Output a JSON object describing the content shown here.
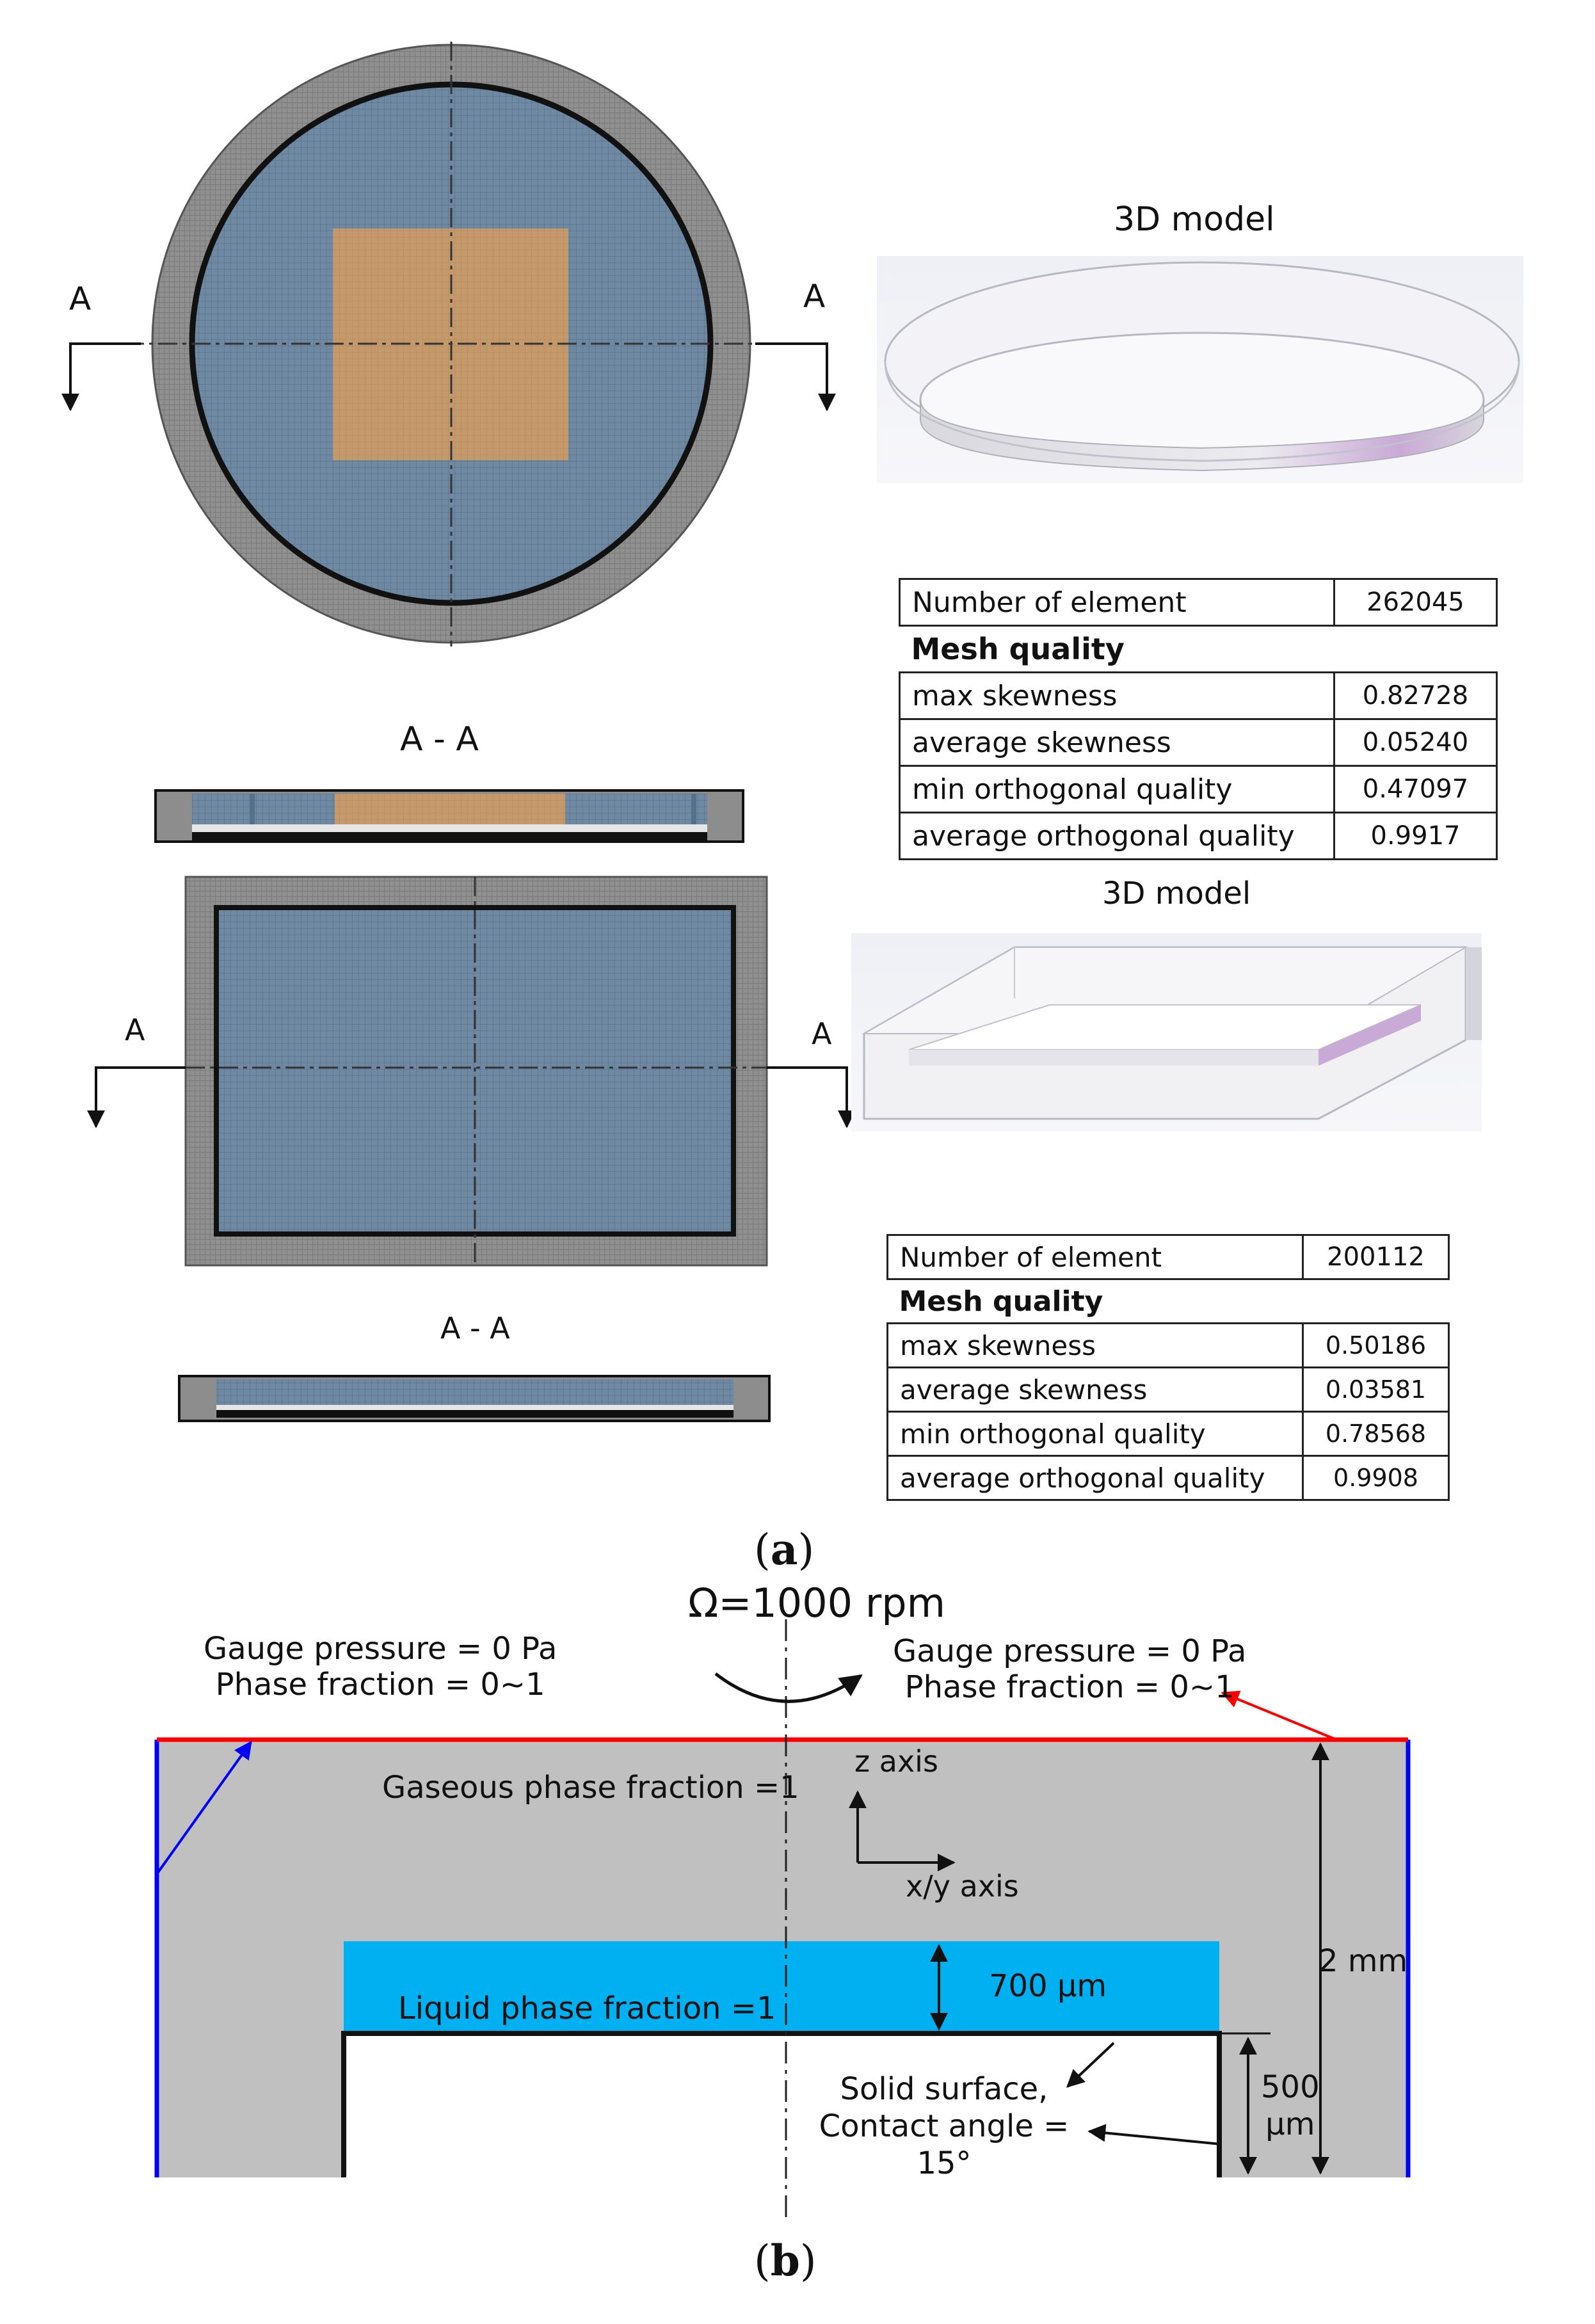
{
  "part_a": {
    "label_open": "(",
    "label_letter": "a",
    "label_close": ")",
    "circle": {
      "section_left": "A",
      "section_right": "A",
      "section_view_title": "A - A",
      "model_title": "3D model",
      "table": {
        "count_label": "Number of element",
        "count_value": "262045",
        "quality_header": "Mesh quality",
        "rows": [
          {
            "label": "max skewness",
            "value": "0.82728"
          },
          {
            "label": "average skewness",
            "value": "0.05240"
          },
          {
            "label": "min orthogonal quality",
            "value": "0.47097"
          },
          {
            "label": "average orthogonal quality",
            "value": "0.9917"
          }
        ]
      }
    },
    "rect": {
      "section_left": "A",
      "section_right": "A",
      "section_view_title": "A - A",
      "model_title": "3D model",
      "table": {
        "count_label": "Number of element",
        "count_value": "200112",
        "quality_header": "Mesh quality",
        "rows": [
          {
            "label": "max skewness",
            "value": "0.50186"
          },
          {
            "label": "average skewness",
            "value": "0.03581"
          },
          {
            "label": "min orthogonal quality",
            "value": "0.78568"
          },
          {
            "label": "average orthogonal quality",
            "value": "0.9908"
          }
        ]
      }
    }
  },
  "part_b": {
    "label_open": "(",
    "label_letter": "b",
    "label_close": ")",
    "rotation": "Ω=1000 rpm",
    "left_bc_line1": "Gauge pressure = 0 Pa",
    "left_bc_line2": "Phase fraction = 0~1",
    "right_bc_line1": "Gauge pressure = 0 Pa",
    "right_bc_line2": "Phase fraction = 0~1",
    "gas_label": "Gaseous phase fraction =1",
    "liquid_label": "Liquid phase fraction =1",
    "z_axis": "z axis",
    "xy_axis": "x/y axis",
    "liquid_thickness": "700 μm",
    "total_height": "2 mm",
    "step_height_value": "500",
    "step_height_unit": "μm",
    "solid_line1": "Solid surface,",
    "solid_line2": "Contact angle = 15°"
  },
  "colors": {
    "mesh_blue": "#6f89a3",
    "mesh_orange": "#c49a6c",
    "mesh_gray": "#8c8c8c",
    "domain_gray": "#c0c0c0",
    "liquid_blue": "#00b0f0",
    "outlet_red": "#ff0000",
    "wall_blue": "#0000ff"
  }
}
